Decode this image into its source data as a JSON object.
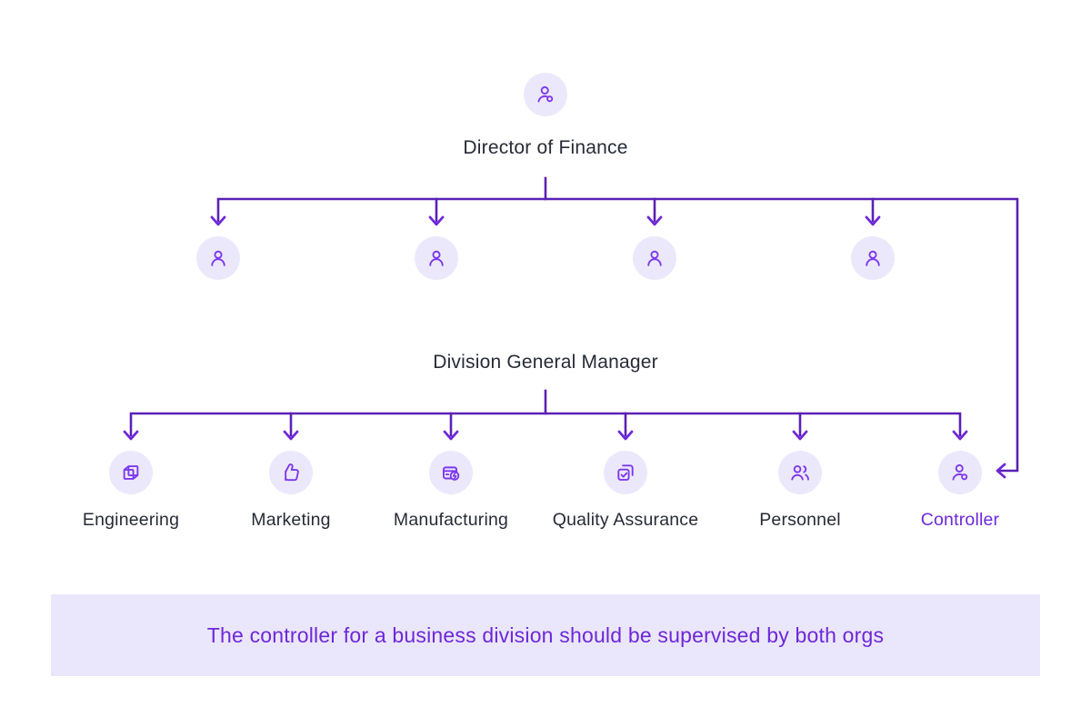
{
  "diagram": {
    "root_node": {
      "label": "Director of Finance",
      "icon": "user-settings-icon"
    },
    "manager_row": {
      "label": "Division General Manager",
      "node_count": 4,
      "node_icon": "user-icon"
    },
    "departments": [
      {
        "label": "Engineering",
        "icon": "cube-3d-icon",
        "highlighted": false
      },
      {
        "label": "Marketing",
        "icon": "thumbs-up-icon",
        "highlighted": false
      },
      {
        "label": "Manufacturing",
        "icon": "package-bolt-icon",
        "highlighted": false
      },
      {
        "label": "Quality Assurance",
        "icon": "copy-check-icon",
        "highlighted": false
      },
      {
        "label": "Personnel",
        "icon": "users-icon",
        "highlighted": false
      },
      {
        "label": "Controller",
        "icon": "user-settings-icon",
        "highlighted": true
      }
    ],
    "annotation": {
      "text": "The controller for a business division should be supervised by both orgs"
    },
    "colors": {
      "connector_line": "#5b21b6",
      "arrowhead": "#6d28d9",
      "icon_stroke": "#7c3aed",
      "avatar_background": "#ece8fc",
      "dark_text": "#262b36",
      "accent_text": "#6d28d9",
      "banner_background": "#eae6fb"
    }
  }
}
